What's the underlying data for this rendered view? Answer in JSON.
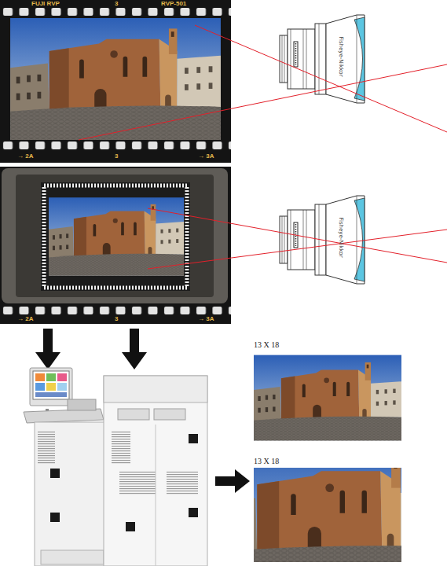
{
  "diagram": {
    "nodes": [
      {
        "text": [
          "FUJI RVP",
          "3",
          "RVP-501",
          "→ 2A",
          "3",
          "→ 3A"
        ]
      },
      {
        "text": [
          "→ 2A",
          "3",
          "→ 3A"
        ]
      },
      {
        "text": [
          "13 X 18"
        ]
      },
      {
        "text": [
          "13 X 18"
        ]
      }
    ],
    "labels": [
      "Fisheye-Nikkor",
      "Fisheye-Nikkor"
    ]
  }
}
